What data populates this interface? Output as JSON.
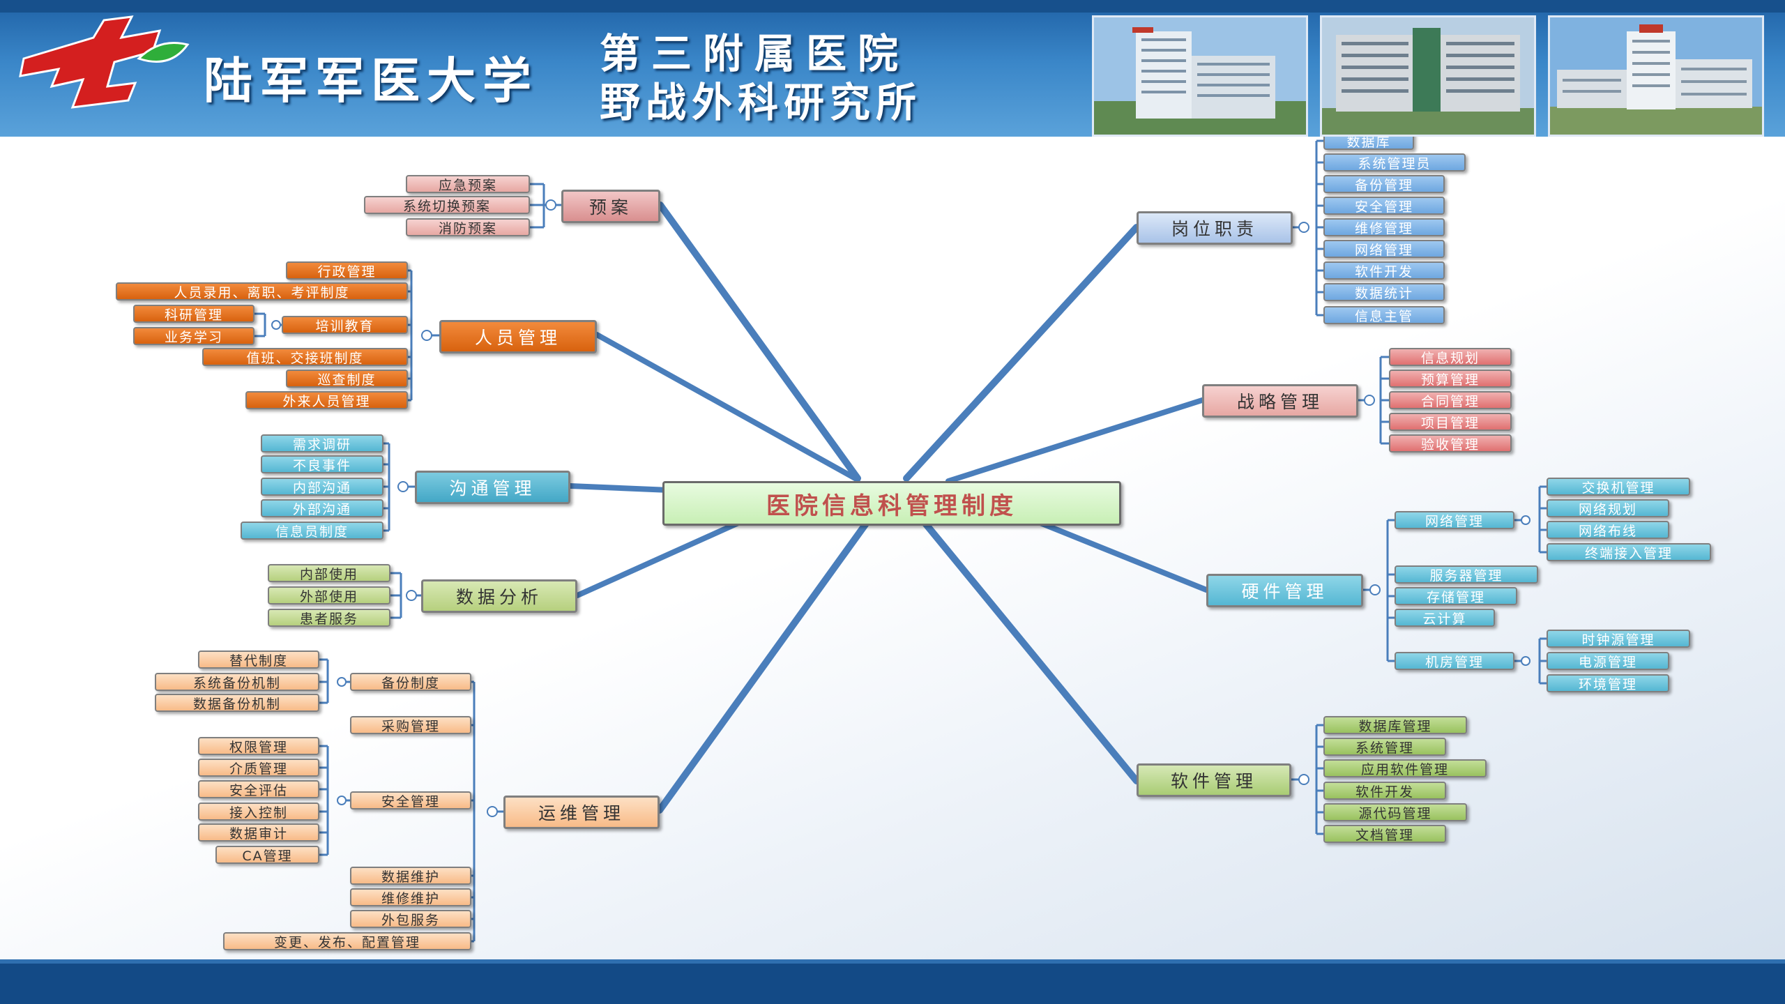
{
  "header": {
    "university": "陆军军医大学",
    "hospital": "第三附属医院",
    "institute": "野战外科研究所",
    "logo_icon": "hospital-logo-icon",
    "photos": [
      "hospital-building-photo-1",
      "hospital-building-photo-2",
      "hospital-building-photo-3"
    ]
  },
  "mindmap": {
    "center": "医院信息科管理制度",
    "plan": {
      "label": "预案",
      "items": [
        "应急预案",
        "系统切换预案",
        "消防预案"
      ]
    },
    "personnel": {
      "label": "人员管理",
      "items": [
        "行政管理",
        "人员录用、离职、考评制度",
        "培训教育",
        "值班、交接班制度",
        "巡查制度",
        "外来人员管理"
      ],
      "training": [
        "科研管理",
        "业务学习"
      ]
    },
    "communication": {
      "label": "沟通管理",
      "items": [
        "需求调研",
        "不良事件",
        "内部沟通",
        "外部沟通",
        "信息员制度"
      ]
    },
    "data_analysis": {
      "label": "数据分析",
      "items": [
        "内部使用",
        "外部使用",
        "患者服务"
      ]
    },
    "operations": {
      "label": "运维管理",
      "backup": {
        "label": "备份制度",
        "items": [
          "替代制度",
          "系统备份机制",
          "数据备份机制"
        ]
      },
      "procurement": "采购管理",
      "security": {
        "label": "安全管理",
        "items": [
          "权限管理",
          "介质管理",
          "安全评估",
          "接入控制",
          "数据审计",
          "CA管理"
        ]
      },
      "others": [
        "数据维护",
        "维修维护",
        "外包服务",
        "变更、发布、配置管理"
      ]
    },
    "duties": {
      "label": "岗位职责",
      "items": [
        "数据库",
        "系统管理员",
        "备份管理",
        "安全管理",
        "维修管理",
        "网络管理",
        "软件开发",
        "数据统计",
        "信息主管"
      ]
    },
    "strategy": {
      "label": "战略管理",
      "items": [
        "信息规划",
        "预算管理",
        "合同管理",
        "项目管理",
        "验收管理"
      ]
    },
    "hardware": {
      "label": "硬件管理",
      "network": {
        "label": "网络管理",
        "items": [
          "交换机管理",
          "网络规划",
          "网络布线",
          "终端接入管理"
        ]
      },
      "server": "服务器管理",
      "storage": "存储管理",
      "cloud": "云计算",
      "room": {
        "label": "机房管理",
        "items": [
          "时钟源管理",
          "电源管理",
          "环境管理"
        ]
      }
    },
    "software": {
      "label": "软件管理",
      "items": [
        "数据库管理",
        "系统管理",
        "应用软件管理",
        "软件开发",
        "源代码管理",
        "文档管理"
      ]
    }
  },
  "colors": {
    "header_blue": "#2f78bd",
    "footer_blue": "#134a86",
    "connector_blue": "#4a7ebb",
    "center_text": "#c0504d"
  }
}
